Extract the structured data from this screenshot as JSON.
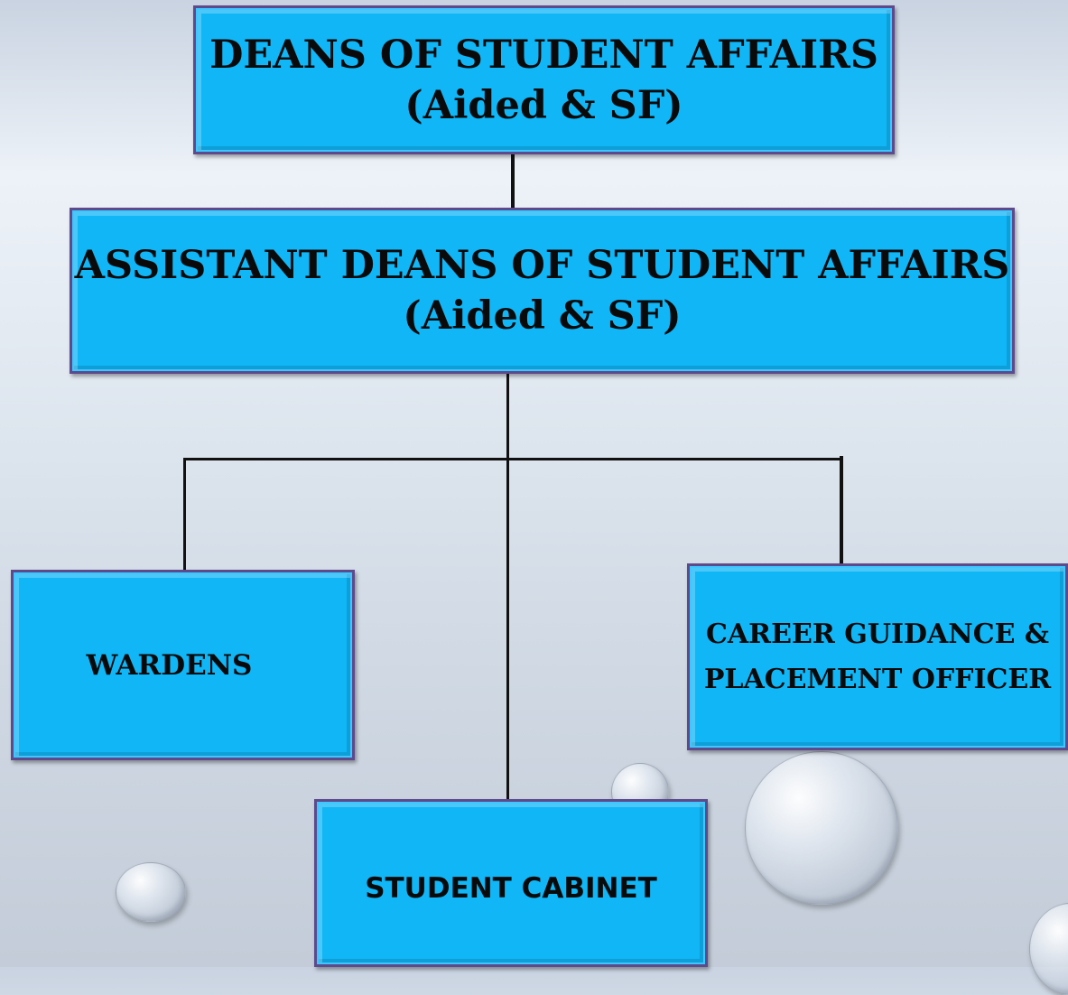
{
  "org_chart": {
    "top": {
      "line1": "DEANS OF STUDENT AFFAIRS",
      "line2": "(Aided & SF)"
    },
    "second": {
      "line1": "ASSISTANT DEANS OF STUDENT AFFAIRS",
      "line2": "(Aided & SF)"
    },
    "wardens": {
      "label": "WARDENS"
    },
    "career": {
      "line1": "CAREER GUIDANCE &",
      "line2": "PLACEMENT OFFICER"
    },
    "cabinet": {
      "label": "STUDENT CABINET"
    }
  },
  "colors": {
    "box_fill": "#10b6f6",
    "box_border": "#5c4a8c",
    "connector": "#111111"
  }
}
